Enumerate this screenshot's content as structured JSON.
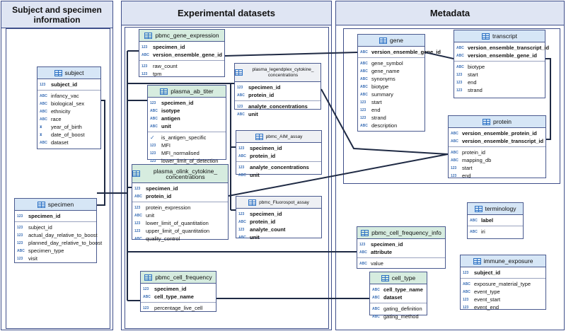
{
  "sections": {
    "subject": "Subject and specimen information",
    "experimental": "Experimental datasets",
    "metadata": "Metadata"
  },
  "tables": {
    "subject": {
      "title": "subject",
      "groups": [
        [
          {
            "t": "123",
            "n": "subject_id",
            "k": true
          }
        ],
        [
          {
            "t": "ABC",
            "n": "infancy_vac"
          },
          {
            "t": "ABC",
            "n": "biological_sex"
          },
          {
            "t": "ABC",
            "n": "ethnicity"
          },
          {
            "t": "ABC",
            "n": "race"
          },
          {
            "t": "date",
            "n": "year_of_birth"
          },
          {
            "t": "date",
            "n": "date_of_boost"
          },
          {
            "t": "ABC",
            "n": "dataset"
          }
        ]
      ]
    },
    "specimen": {
      "title": "specimen",
      "groups": [
        [
          {
            "t": "123",
            "n": "specimen_id",
            "k": true
          }
        ],
        [
          {
            "t": "123",
            "n": "subject_id"
          },
          {
            "t": "123",
            "n": "actual_day_relative_to_boost"
          },
          {
            "t": "123",
            "n": "planned_day_relative_to_boost"
          },
          {
            "t": "ABC",
            "n": "specimen_type"
          },
          {
            "t": "123",
            "n": "visit"
          }
        ]
      ]
    },
    "pbmc_gene_expression": {
      "title": "pbmc_gene_expression",
      "groups": [
        [
          {
            "t": "123",
            "n": "specimen_id",
            "k": true
          },
          {
            "t": "ABC",
            "n": "version_ensemble_gene_id",
            "k": true
          }
        ],
        [
          {
            "t": "123",
            "n": "raw_count"
          },
          {
            "t": "123",
            "n": "tpm"
          }
        ]
      ]
    },
    "plasma_ab_titer": {
      "title": "plasma_ab_titer",
      "groups": [
        [
          {
            "t": "123",
            "n": "specimen_id",
            "k": true
          },
          {
            "t": "ABC",
            "n": "isotype",
            "k": true
          },
          {
            "t": "ABC",
            "n": "antigen",
            "k": true
          },
          {
            "t": "ABC",
            "n": "unit",
            "k": true
          }
        ],
        [
          {
            "t": "check",
            "n": "is_antigen_specific"
          },
          {
            "t": "123",
            "n": "MFI"
          },
          {
            "t": "123",
            "n": "MFI_normalised"
          },
          {
            "t": "123",
            "n": "lower_limit_of_detection"
          }
        ]
      ]
    },
    "plasma_olink": {
      "title": "plasma_olink_cytokine_ concentrations",
      "groups": [
        [
          {
            "t": "123",
            "n": "specimen_id",
            "k": true
          },
          {
            "t": "ABC",
            "n": "protein_id",
            "k": true
          }
        ],
        [
          {
            "t": "123",
            "n": "protein_expression"
          },
          {
            "t": "ABC",
            "n": "unit"
          },
          {
            "t": "123",
            "n": "lower_limit_of_quantitation"
          },
          {
            "t": "123",
            "n": "upper_limit_of_quantitation"
          },
          {
            "t": "ABC",
            "n": "quality_control"
          }
        ]
      ]
    },
    "plasma_legendplex": {
      "title": "plasma_legendplex_cytokine_ concentrations",
      "groups": [
        [
          {
            "t": "123",
            "n": "specimen_id",
            "k": true
          },
          {
            "t": "ABC",
            "n": "protein_id",
            "k": true
          }
        ],
        [
          {
            "t": "123",
            "n": "analyte_concentrations",
            "k": true
          },
          {
            "t": "ABC",
            "n": "unit",
            "k": true
          }
        ]
      ]
    },
    "pbmc_aim": {
      "title": "pbmc_AIM_assay",
      "groups": [
        [
          {
            "t": "123",
            "n": "specimen_id",
            "k": true
          },
          {
            "t": "ABC",
            "n": "protein_id",
            "k": true
          }
        ],
        [
          {
            "t": "123",
            "n": "analyte_concentrations",
            "k": true
          },
          {
            "t": "ABC",
            "n": "unit",
            "k": true
          }
        ]
      ]
    },
    "pbmc_fluorospot": {
      "title": "pbmc_Fluorospot_assay",
      "groups": [
        [
          {
            "t": "123",
            "n": "specimen_id",
            "k": true
          },
          {
            "t": "ABC",
            "n": "protein_id",
            "k": true
          },
          {
            "t": "123",
            "n": "analyte_count",
            "k": true
          },
          {
            "t": "ABC",
            "n": "unit",
            "k": true
          }
        ]
      ]
    },
    "pbmc_cell_frequency": {
      "title": "pbmc_cell_frequency",
      "groups": [
        [
          {
            "t": "123",
            "n": "specimen_id",
            "k": true
          },
          {
            "t": "ABC",
            "n": "cell_type_name",
            "k": true
          }
        ],
        [
          {
            "t": "123",
            "n": "percentage_live_cell"
          }
        ]
      ]
    },
    "gene": {
      "title": "gene",
      "groups": [
        [
          {
            "t": "ABC",
            "n": "version_ensemble_gene_id",
            "k": true
          }
        ],
        [
          {
            "t": "ABC",
            "n": "gene_symbol"
          },
          {
            "t": "ABC",
            "n": "gene_name"
          },
          {
            "t": "ABC",
            "n": "synonyms"
          },
          {
            "t": "ABC",
            "n": "biotype"
          },
          {
            "t": "ABC",
            "n": "summary"
          },
          {
            "t": "123",
            "n": "start"
          },
          {
            "t": "123",
            "n": "end"
          },
          {
            "t": "123",
            "n": "strand"
          },
          {
            "t": "ABC",
            "n": "description"
          }
        ]
      ]
    },
    "transcript": {
      "title": "transcript",
      "groups": [
        [
          {
            "t": "ABC",
            "n": "version_ensemble_transcript_id",
            "k": true
          },
          {
            "t": "ABC",
            "n": "version_ensemble_gene_id",
            "k": true
          }
        ],
        [
          {
            "t": "ABC",
            "n": "biotype"
          },
          {
            "t": "123",
            "n": "start"
          },
          {
            "t": "123",
            "n": "end"
          },
          {
            "t": "123",
            "n": "strand"
          }
        ]
      ]
    },
    "protein": {
      "title": "protein",
      "groups": [
        [
          {
            "t": "ABC",
            "n": "version_ensemble_protein_id",
            "k": true
          },
          {
            "t": "ABC",
            "n": "version_ensemble_transcript_id",
            "k": true
          }
        ],
        [
          {
            "t": "ABC",
            "n": "protein_id"
          },
          {
            "t": "ABC",
            "n": "mapping_db"
          },
          {
            "t": "123",
            "n": "start"
          },
          {
            "t": "123",
            "n": "end"
          }
        ]
      ]
    },
    "terminology": {
      "title": "terminology",
      "groups": [
        [
          {
            "t": "ABC",
            "n": "label",
            "k": true
          }
        ],
        [
          {
            "t": "ABC",
            "n": "iri"
          }
        ]
      ]
    },
    "pbmc_cell_frequency_info": {
      "title": "pbmc_cell_frequency_info",
      "groups": [
        [
          {
            "t": "123",
            "n": "specimen_id",
            "k": true
          },
          {
            "t": "ABC",
            "n": "attribute",
            "k": true
          }
        ],
        [
          {
            "t": "ABC",
            "n": "value"
          }
        ]
      ]
    },
    "immune_exposure": {
      "title": "immune_exposure",
      "groups": [
        [
          {
            "t": "123",
            "n": "subject_id",
            "k": true
          }
        ],
        [
          {
            "t": "ABC",
            "n": "exposure_material_type"
          },
          {
            "t": "ABC",
            "n": "event_type"
          },
          {
            "t": "123",
            "n": "event_start"
          },
          {
            "t": "123",
            "n": "event_end"
          }
        ]
      ]
    },
    "cell_type": {
      "title": "cell_type",
      "groups": [
        [
          {
            "t": "ABC",
            "n": "cell_type_name",
            "k": true
          },
          {
            "t": "ABC",
            "n": "dataset",
            "k": true
          }
        ],
        [
          {
            "t": "ABC",
            "n": "gating_definition"
          },
          {
            "t": "ABC",
            "n": "gating_method"
          }
        ]
      ]
    }
  }
}
